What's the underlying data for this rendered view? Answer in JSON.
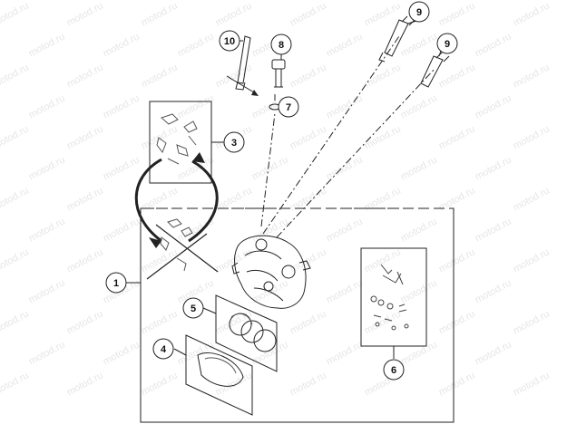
{
  "watermark": "motod.ru",
  "callouts": [
    {
      "id": "1",
      "label": "1"
    },
    {
      "id": "3",
      "label": "3"
    },
    {
      "id": "4",
      "label": "4"
    },
    {
      "id": "5",
      "label": "5"
    },
    {
      "id": "6",
      "label": "6"
    },
    {
      "id": "7",
      "label": "7"
    },
    {
      "id": "8",
      "label": "8"
    },
    {
      "id": "9a",
      "label": "9"
    },
    {
      "id": "9b",
      "label": "9"
    },
    {
      "id": "10",
      "label": "10"
    }
  ]
}
